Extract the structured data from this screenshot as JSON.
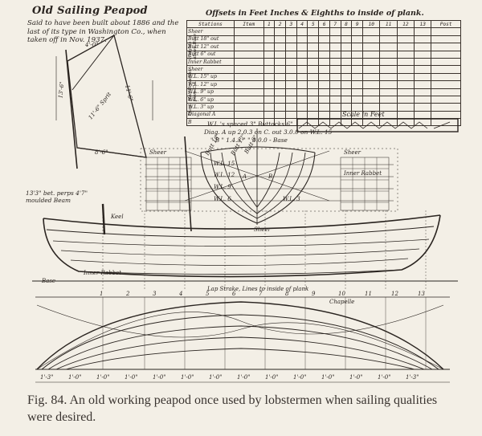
{
  "drawing": {
    "title": "Old Sailing Peapod",
    "subtitle": "Said to have been built about 1886 and the last of its type in Washington Co., when taken off in Nov. 1937.",
    "offsets_title": "Offsets in Feet Inches & Eighths to inside of plank.",
    "offsets": {
      "header": [
        "Stations",
        "Item",
        "1",
        "2",
        "3",
        "4",
        "5",
        "6",
        "7",
        "8",
        "9",
        "10",
        "11",
        "12",
        "13",
        "Post"
      ],
      "groups": [
        {
          "label": "Heights above Base",
          "rows": [
            "Sheer",
            "Butt 18\" out",
            "Butt 12\" out",
            "Butt 6\" out",
            "Inner Rabbet"
          ]
        },
        {
          "label": "Half Breadths from C.L.",
          "rows": [
            "Sheer",
            "W.L. 15\" up",
            "W.L. 12\" up",
            "W.L. 9\" up",
            "W.L. 6\" up",
            "W.L. 3\" up"
          ]
        },
        {
          "label": "Diag.",
          "rows": [
            "Diagonal A",
            "B"
          ]
        }
      ]
    },
    "notes": {
      "spacing": "W.L.'s spaced 3\" Buttocks 6\"",
      "diag_a": "Diag. A up 2.0.3 on C. out 3.0.0 on W.L. 15",
      "diag_b": "\" B \" 1.4.3 \" \" 3.0.0 - Base",
      "beam": "13'3\" bet. perps 4'7\" moulded Beam"
    },
    "scale_label": "Scale in Feet",
    "labels": {
      "sheer": "Sheer",
      "inner_rabbet": "Inner Rabbet",
      "keel": "Keel",
      "base": "Base",
      "lap_strake": "Lap Strake, Lines to inside of plank",
      "chapelle": "Chapelle",
      "wl15": "W.L. 15",
      "wl12": "W.L. 12",
      "wl9": "W.L. 9",
      "wl6": "W.L. 6",
      "wl3": "W.L. 3",
      "butt18": "Butt 18\"",
      "butt12": "Butt 12\"",
      "butt6": "Butt 6\"",
      "diag_a_mark": "A",
      "diag_b_mark": "B",
      "dim_mast": "13'-6\"",
      "dim_foot": "8'-6\"",
      "dim_luff": "11'-6\"",
      "dim_head": "4'-0\"",
      "dim_sprit": "11'-6\" Sprit",
      "stations": [
        "1",
        "2",
        "3",
        "4",
        "5",
        "6",
        "7",
        "8",
        "9",
        "10",
        "11",
        "12",
        "13"
      ],
      "spacing_row": [
        "1'-3\"",
        "1'-0\"",
        "1'-0\"",
        "1'-0\"",
        "1'-0\"",
        "1'-0\"",
        "1'-0\"",
        "1'-0\"",
        "1'-0\"",
        "1'-0\"",
        "1'-0\"",
        "1'-0\"",
        "1'-0\"",
        "1'-3\""
      ]
    }
  },
  "caption": "Fig. 84. An old working peapod once used by lobstermen when sailing qualities were desired."
}
